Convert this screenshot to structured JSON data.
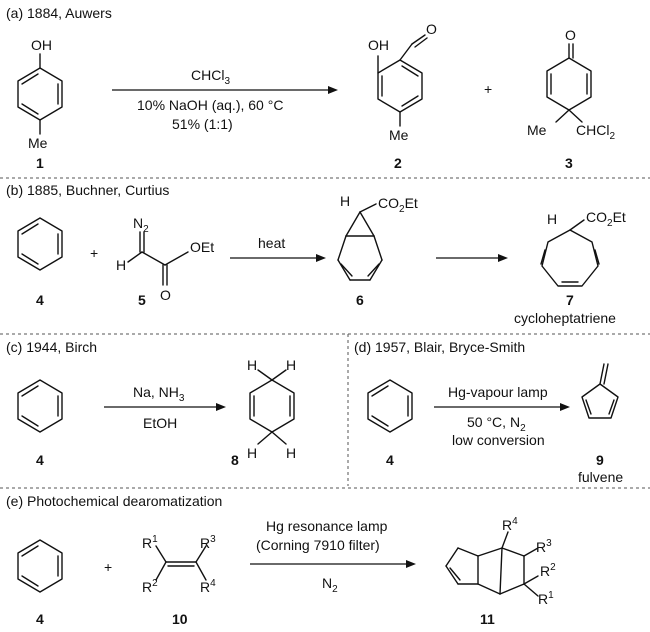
{
  "sections": {
    "a": {
      "header": "(a) 1884, Auwers",
      "reagent_top": "CHCl",
      "reagent_top_sub": "3",
      "reagent_bottom1": "10% NaOH (aq.), 60 °C",
      "reagent_bottom2": "51% (1:1)",
      "plus": "+",
      "atoms": {
        "oh1": "OH",
        "me1": "Me",
        "oh2": "OH",
        "o2": "O",
        "me2": "Me",
        "o3": "O",
        "me3": "Me",
        "chcl2": "CHCl",
        "chcl2_sub": "2"
      },
      "labels": {
        "c1": "1",
        "c2": "2",
        "c3": "3"
      }
    },
    "b": {
      "header": "(b) 1885, Buchner, Curtius",
      "plus": "+",
      "reagent": "heat",
      "atoms": {
        "n2": "N",
        "n2_sub": "2",
        "h5": "H",
        "oet": "OEt",
        "o5": "O",
        "h6": "H",
        "co2et6": "CO",
        "co2et6_sub": "2",
        "co2et6_tail": "Et",
        "h7": "H",
        "co2et7": "CO",
        "co2et7_sub": "2",
        "co2et7_tail": "Et"
      },
      "labels": {
        "c4": "4",
        "c5": "5",
        "c6": "6",
        "c7": "7",
        "name7": "cycloheptatriene"
      }
    },
    "c": {
      "header": "(c) 1944, Birch",
      "reagent_top": "Na, NH",
      "reagent_top_sub": "3",
      "reagent_bottom": "EtOH",
      "atoms": {
        "h1": "H",
        "h2": "H",
        "h3": "H",
        "h4": "H"
      },
      "labels": {
        "c4": "4",
        "c8": "8"
      }
    },
    "d": {
      "header": "(d) 1957, Blair, Bryce-Smith",
      "reagent_top": "Hg-vapour lamp",
      "reagent_bottom1": "50 °C, N",
      "reagent_bottom1_sub": "2",
      "reagent_bottom2": "low conversion",
      "labels": {
        "c4": "4",
        "c9": "9",
        "name9": "fulvene"
      }
    },
    "e": {
      "header": "(e) Photochemical dearomatization",
      "plus": "+",
      "reagent_top1": "Hg resonance lamp",
      "reagent_top2": "(Corning 7910 filter)",
      "reagent_bottom": "N",
      "reagent_bottom_sub": "2",
      "atoms": {
        "r1": "R",
        "r1s": "1",
        "r2": "R",
        "r2s": "2",
        "r3": "R",
        "r3s": "3",
        "r4": "R",
        "r4s": "4",
        "pr4": "R",
        "pr4s": "4",
        "pr3": "R",
        "pr3s": "3",
        "pr2": "R",
        "pr2s": "2",
        "pr1": "R",
        "pr1s": "1"
      },
      "labels": {
        "c4": "4",
        "c10": "10",
        "c11": "11"
      }
    }
  }
}
